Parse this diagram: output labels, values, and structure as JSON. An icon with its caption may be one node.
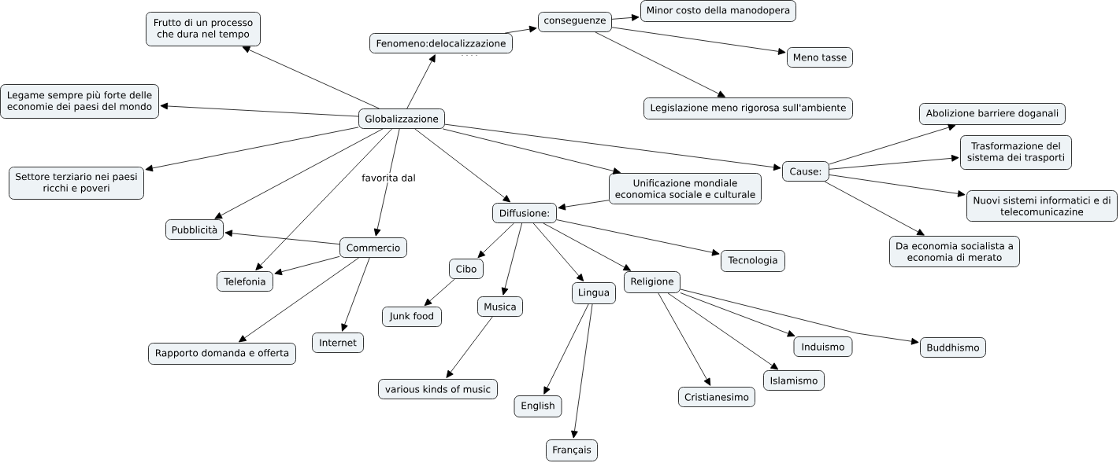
{
  "diagram": {
    "nodes": [
      {
        "text": [
          "Globalizzazione"
        ]
      },
      {
        "text": [
          "Frutto di un processo che dura nel tempo"
        ]
      },
      {
        "text": [
          "Fenomeno:delocalizzazione"
        ]
      },
      {
        "text": [
          "conseguenze"
        ]
      },
      {
        "text": [
          "Minor costo della manodopera"
        ]
      },
      {
        "text": [
          "Meno tasse"
        ]
      },
      {
        "text": [
          "Legislazione meno rigorosa sull'ambiente"
        ]
      },
      {
        "text": [
          "Legame sempre più forte delle economie dei paesi del mondo"
        ]
      },
      {
        "text": [
          "Settore terziario nei paesi ricchi e poveri"
        ]
      },
      {
        "text": [
          "Unificazione mondiale economica sociale e culturale"
        ]
      },
      {
        "text": [
          "Cause:"
        ]
      },
      {
        "text": [
          "Abolizione barriere doganali"
        ]
      },
      {
        "text": [
          "Trasformazione del sistema dei trasporti"
        ]
      },
      {
        "text": [
          "Nuovi sistemi informatici e di telecomunicazine"
        ]
      },
      {
        "text": [
          "Da economia socialista a economia di merato"
        ]
      },
      {
        "text": [
          "Diffusione:"
        ]
      },
      {
        "text": [
          "Pubblicità"
        ]
      },
      {
        "text": [
          "Commercio"
        ]
      },
      {
        "text": [
          "Telefonia"
        ]
      },
      {
        "text": [
          "Rapporto domanda e offerta"
        ]
      },
      {
        "text": [
          "Internet"
        ]
      },
      {
        "text": [
          "Cibo"
        ]
      },
      {
        "text": [
          "Junk food"
        ]
      },
      {
        "text": [
          "Musica"
        ]
      },
      {
        "text": [
          "various kinds of music"
        ]
      },
      {
        "text": [
          "Lingua"
        ]
      },
      {
        "text": [
          "English"
        ]
      },
      {
        "text": [
          "Français"
        ]
      },
      {
        "text": [
          "Religione"
        ]
      },
      {
        "text": [
          "Tecnologia"
        ]
      },
      {
        "text": [
          "Cristianesimo"
        ]
      },
      {
        "text": [
          "Islamismo"
        ]
      },
      {
        "text": [
          "Induismo"
        ]
      },
      {
        "text": [
          "Buddhismo"
        ]
      }
    ],
    "edges": [
      {
        "from": 0,
        "to": 1,
        "arrow": "to"
      },
      {
        "from": 0,
        "to": 2,
        "arrow": "to"
      },
      {
        "from": 2,
        "to": 3,
        "arrow": "to"
      },
      {
        "from": 3,
        "to": 4,
        "arrow": "to"
      },
      {
        "from": 3,
        "to": 5,
        "arrow": "to"
      },
      {
        "from": 3,
        "to": 6,
        "arrow": "to"
      },
      {
        "from": 0,
        "to": 7,
        "arrow": "to"
      },
      {
        "from": 0,
        "to": 8,
        "arrow": "to"
      },
      {
        "from": 0,
        "to": 16,
        "arrow": "to"
      },
      {
        "from": 0,
        "to": 18,
        "arrow": "to"
      },
      {
        "from": 0,
        "to": 17,
        "arrow": "to",
        "label": "favorita dal"
      },
      {
        "from": 0,
        "to": 15,
        "arrow": "to"
      },
      {
        "from": 0,
        "to": 9,
        "arrow": "to"
      },
      {
        "from": 0,
        "to": 10,
        "arrow": "to"
      },
      {
        "from": 9,
        "to": 15,
        "arrow": "to"
      },
      {
        "from": 10,
        "to": 11,
        "arrow": "to"
      },
      {
        "from": 10,
        "to": 12,
        "arrow": "to"
      },
      {
        "from": 10,
        "to": 13,
        "arrow": "to"
      },
      {
        "from": 10,
        "to": 14,
        "arrow": "to"
      },
      {
        "from": 17,
        "to": 16,
        "arrow": "to"
      },
      {
        "from": 17,
        "to": 18,
        "arrow": "to"
      },
      {
        "from": 17,
        "to": 19,
        "arrow": "to"
      },
      {
        "from": 17,
        "to": 20,
        "arrow": "to"
      },
      {
        "from": 15,
        "to": 21,
        "arrow": "to"
      },
      {
        "from": 15,
        "to": 23,
        "arrow": "to"
      },
      {
        "from": 15,
        "to": 25,
        "arrow": "to"
      },
      {
        "from": 15,
        "to": 28,
        "arrow": "to"
      },
      {
        "from": 15,
        "to": 29,
        "arrow": "to"
      },
      {
        "from": 21,
        "to": 22,
        "arrow": "to"
      },
      {
        "from": 23,
        "to": 24,
        "arrow": "to"
      },
      {
        "from": 25,
        "to": 26,
        "arrow": "to"
      },
      {
        "from": 25,
        "to": 27,
        "arrow": "to"
      },
      {
        "from": 28,
        "to": 30,
        "arrow": "to"
      },
      {
        "from": 28,
        "to": 31,
        "arrow": "to"
      },
      {
        "from": 28,
        "to": 32,
        "arrow": "to"
      },
      {
        "from": 28,
        "to": 33,
        "arrow": "to"
      }
    ]
  }
}
